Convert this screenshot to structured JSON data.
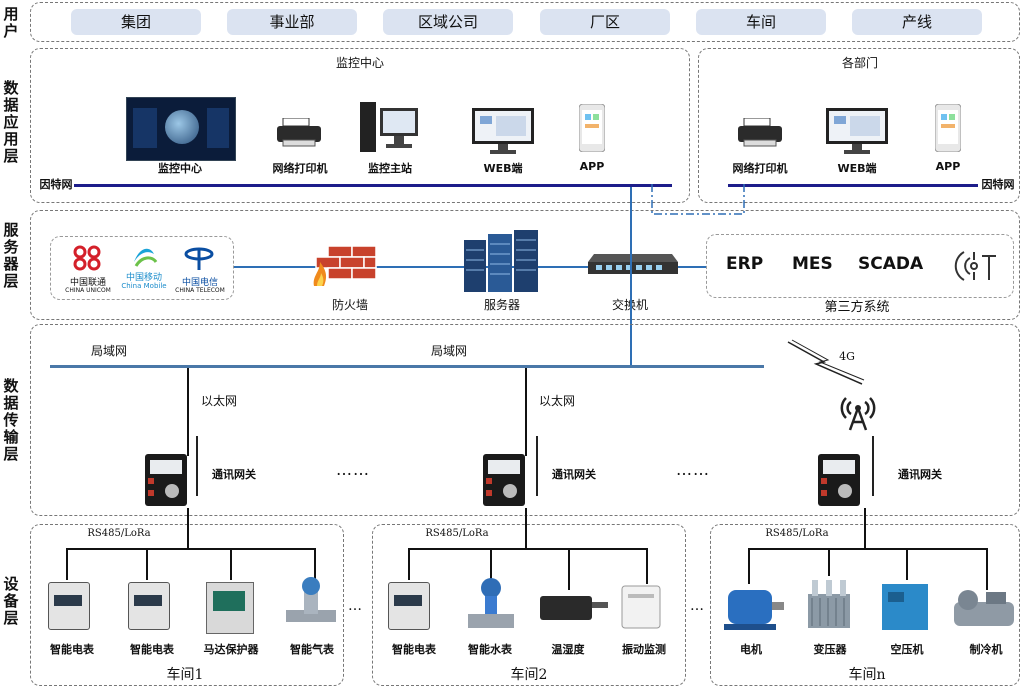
{
  "layers": {
    "user": "用户",
    "app": "数据应用层",
    "service": "服务器层",
    "transport": "数据传输层",
    "device": "设备层"
  },
  "users": [
    "集团",
    "事业部",
    "区域公司",
    "厂区",
    "车间",
    "产线"
  ],
  "monitor_center": {
    "title": "监控中心",
    "items": [
      "监控中心",
      "网络打印机",
      "监控主站",
      "WEB端",
      "APP"
    ],
    "internet": "因特网"
  },
  "departments": {
    "title": "各部门",
    "items": [
      "网络打印机",
      "WEB端",
      "APP"
    ],
    "internet": "因特网"
  },
  "service": {
    "firewall": "防火墙",
    "server": "服务器",
    "switch": "交换机",
    "carriers": [
      "中国联通",
      "CHINA UNICOM",
      "中国移动",
      "China Mobile",
      "中国电信",
      "CHINA TELECOM"
    ],
    "third_party": {
      "title": "第三方系统",
      "systems": [
        "ERP",
        "MES",
        "SCADA"
      ]
    }
  },
  "transport": {
    "lan_left": "局域网",
    "lan_center": "局域网",
    "ethernet": "以太网",
    "gateway": "通讯网关",
    "ellipsis": "……",
    "signal": "4G"
  },
  "workshops": [
    {
      "name": "车间1",
      "bus": "RS485/LoRa",
      "devices": [
        "智能电表",
        "智能电表",
        "马达保护器",
        "智能气表"
      ]
    },
    {
      "name": "车间2",
      "bus": "RS485/LoRa",
      "devices": [
        "智能电表",
        "智能水表",
        "温湿度",
        "振动监测"
      ]
    },
    {
      "name": "车间n",
      "bus": "RS485/LoRa",
      "devices": [
        "电机",
        "变压器",
        "空压机",
        "制冷机"
      ]
    }
  ],
  "device_ellipsis": "…",
  "colors": {
    "pill": "#dbe3f1",
    "bus_dark": "#1d1d8a",
    "bus_blue": "#2e6fb5",
    "lan": "#4a78a8"
  }
}
